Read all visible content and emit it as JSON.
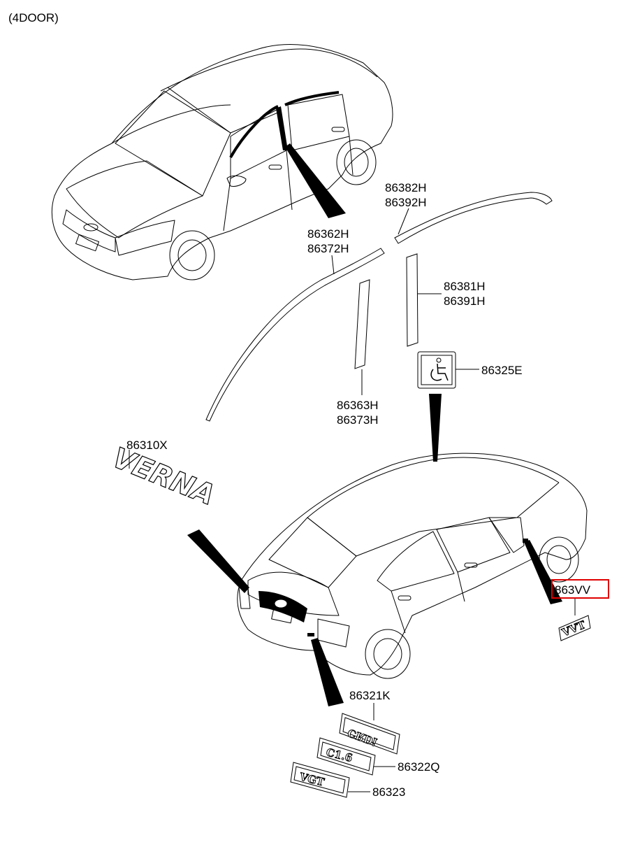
{
  "header": {
    "title": "(4DOOR)"
  },
  "labels": {
    "p86382H": "86382H",
    "p86392H": "86392H",
    "p86362H": "86362H",
    "p86372H": "86372H",
    "p86381H": "86381H",
    "p86391H": "86391H",
    "p86325E": "86325E",
    "p86363H": "86363H",
    "p86373H": "86373H",
    "p86310X": "86310X",
    "p863VV": "863VV",
    "p86321K": "86321K",
    "p86322Q": "86322Q",
    "p86323": "86323"
  },
  "emblems": {
    "verna": "VERNA",
    "vvt": "VVT",
    "crdi": "CRDi",
    "cl6": "C1.6",
    "vgt": "VGT"
  },
  "highlight_color": "#e00000",
  "icons": {
    "accessibility": "wheelchair-icon"
  }
}
